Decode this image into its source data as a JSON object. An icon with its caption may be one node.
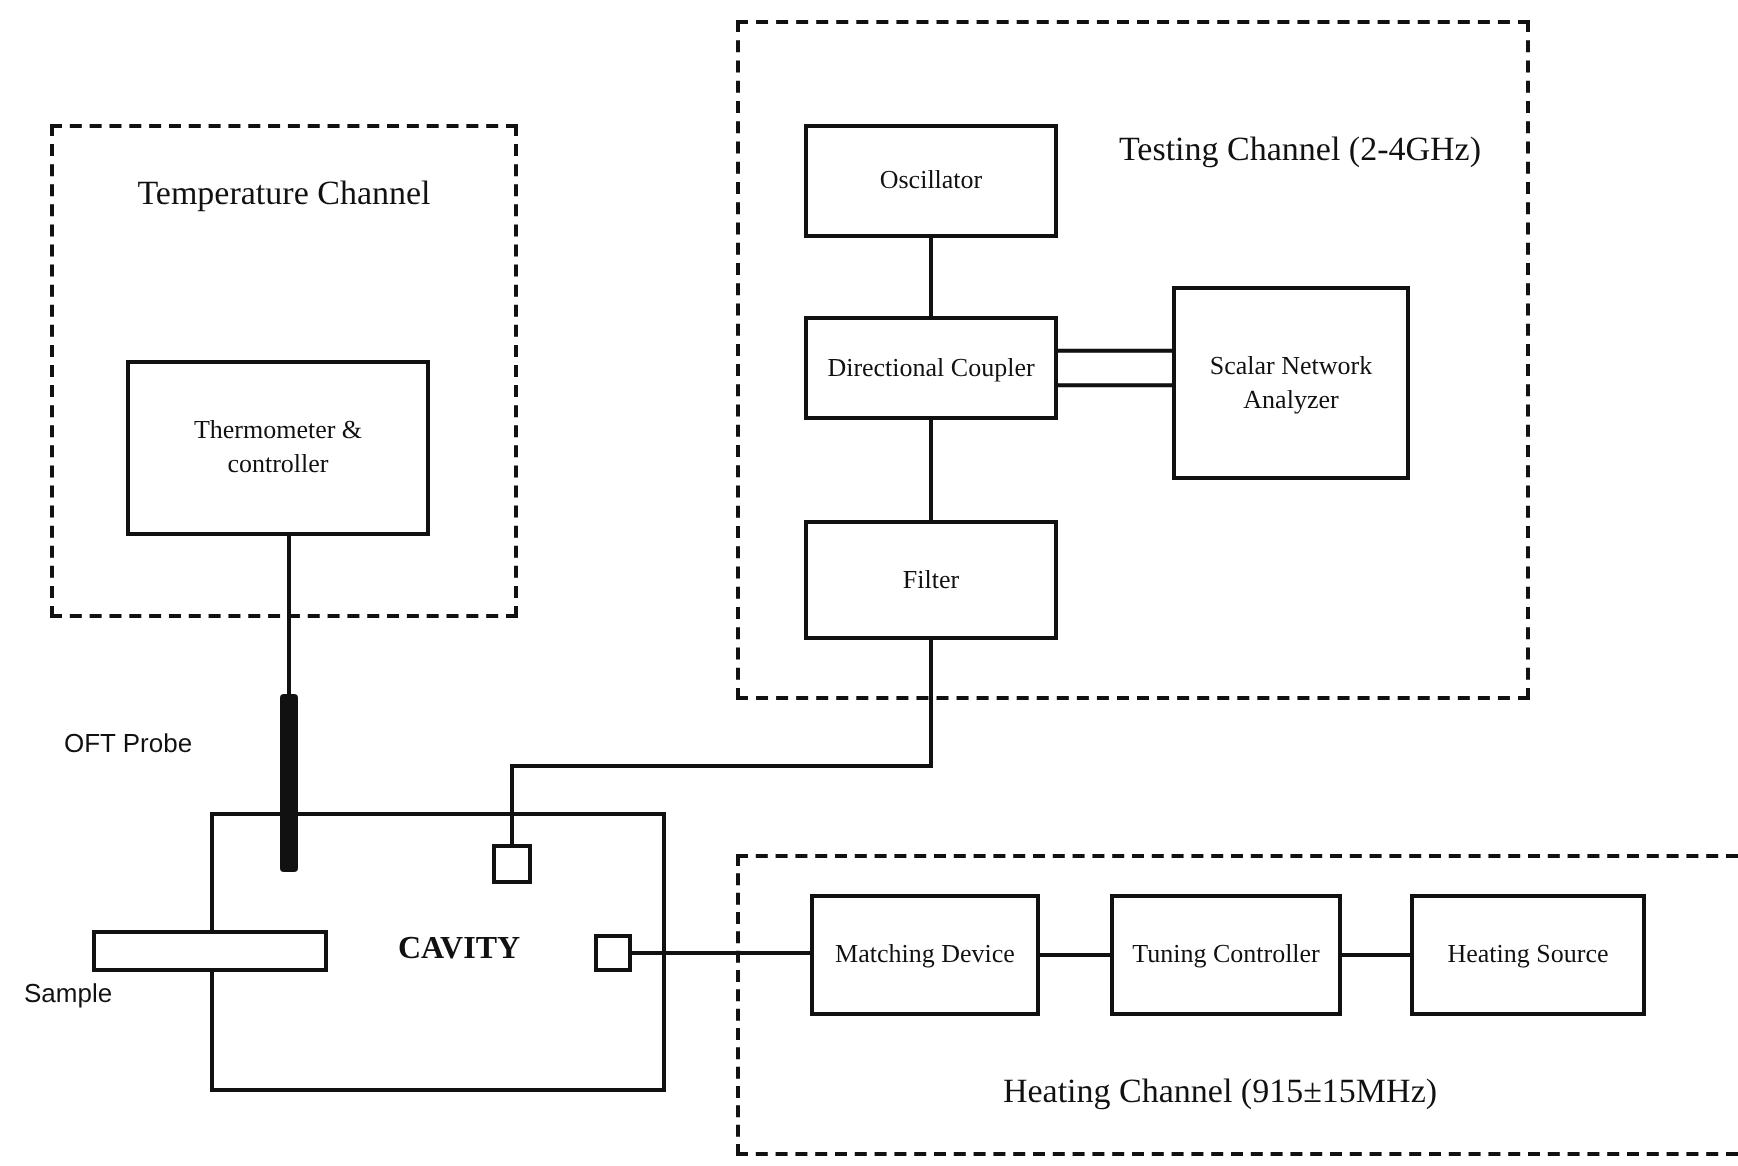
{
  "diagram": {
    "nodes": [
      {
        "text": [
          "Temperature Channel"
        ]
      },
      {
        "text": [
          "Thermometer & controller"
        ],
        "in": 0
      },
      {
        "text": [
          "Testing Channel (2-4GHz)"
        ]
      },
      {
        "text": [
          "Oscillator"
        ],
        "in": 2
      },
      {
        "text": [
          "Directional Coupler"
        ],
        "in": 2
      },
      {
        "text": [
          "Scalar Network Analyzer"
        ],
        "in": 2
      },
      {
        "text": [
          "Filter"
        ],
        "in": 2
      },
      {
        "text": [
          "Heating Channel (915±15MHz)"
        ]
      },
      {
        "text": [
          "Matching Device"
        ],
        "in": 7
      },
      {
        "text": [
          "Tuning Controller"
        ],
        "in": 7
      },
      {
        "text": [
          "Heating Source"
        ],
        "in": 7
      },
      {
        "text": [
          "CAVITY"
        ]
      },
      {
        "text": [],
        "shape": "box",
        "in": 11
      },
      {
        "text": [],
        "shape": "box",
        "in": 11
      },
      {
        "text": [],
        "shape": "bar",
        "beside": [
          "OFT Probe"
        ]
      },
      {
        "text": [],
        "shape": "bar",
        "beside": [
          "Sample"
        ]
      }
    ],
    "edges": [
      {
        "from": 1,
        "to": 14,
        "arrow": "none"
      },
      {
        "from": 3,
        "to": 4,
        "arrow": "none"
      },
      {
        "from": 4,
        "to": 5,
        "arrow": "none"
      },
      {
        "from": 4,
        "to": 5,
        "arrow": "none"
      },
      {
        "from": 4,
        "to": 6,
        "arrow": "none"
      },
      {
        "from": 6,
        "to": 12,
        "arrow": "none"
      },
      {
        "from": 13,
        "to": 8,
        "arrow": "none"
      },
      {
        "from": 8,
        "to": 9,
        "arrow": "none"
      },
      {
        "from": 9,
        "to": 10,
        "arrow": "none"
      }
    ]
  }
}
